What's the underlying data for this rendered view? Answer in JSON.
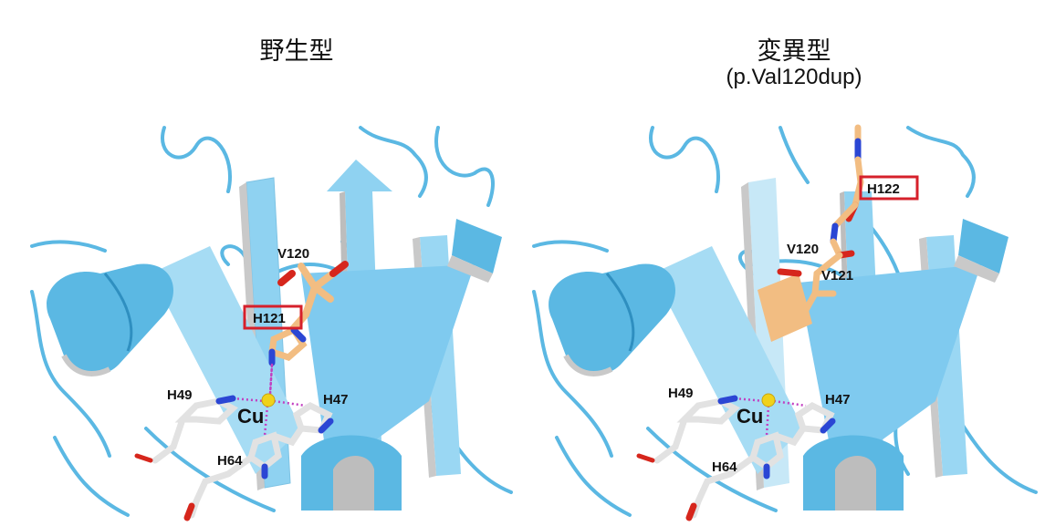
{
  "left": {
    "title": "野生型",
    "labels": {
      "v120": "V120",
      "h121": "H121",
      "h49": "H49",
      "h47": "H47",
      "cu": "Cu",
      "h64": "H64"
    }
  },
  "right": {
    "title": "変異型",
    "subtitle": "(p.Val120dup)",
    "labels": {
      "h122": "H122",
      "v120": "V120",
      "v121": "V121",
      "h49": "H49",
      "h47": "H47",
      "cu": "Cu",
      "h64": "H64"
    }
  },
  "colors": {
    "ribbon": "#5bb8e3",
    "ribbon_light": "#8fd2f1",
    "ribbon_pale": "#c7e8f7",
    "ribbon_edge": "#2f8fc0",
    "sheet_side": "#c9c9c9",
    "carbon_white": "#e2e2e2",
    "carbon_orange": "#f2bd82",
    "nitrogen": "#2b46d4",
    "oxygen": "#d6261c",
    "copper": "#f0d21a",
    "hbond": "#c13fc1",
    "highlight_box": "#d6202b"
  }
}
